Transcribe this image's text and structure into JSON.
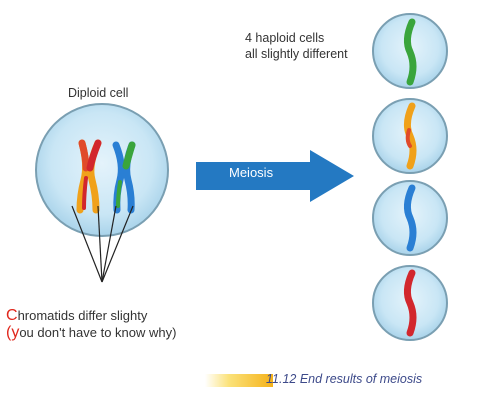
{
  "labels": {
    "diploid": "Diploid cell",
    "haploid_line1": "4 haploid cells",
    "haploid_line2": "all slightly different",
    "meiosis": "Meiosis",
    "note_line1_first": "C",
    "note_line1_rest": "hromatids differ slighty",
    "note_line2_first": "(y",
    "note_line2_rest": "ou don't have to know why)",
    "caption": "11.12 End results of meiosis"
  },
  "colors": {
    "cell_fill": "#c9e6f5",
    "cell_border": "#7a9fb2",
    "arrow": "#2479c2",
    "chromosome_green": "#3aa53c",
    "chromosome_orange": "#f0a11a",
    "chromosome_blue": "#2a7fd4",
    "chromosome_red": "#d2272d",
    "annotation_red": "#e0261b",
    "caption_text": "#3d4a8a"
  }
}
